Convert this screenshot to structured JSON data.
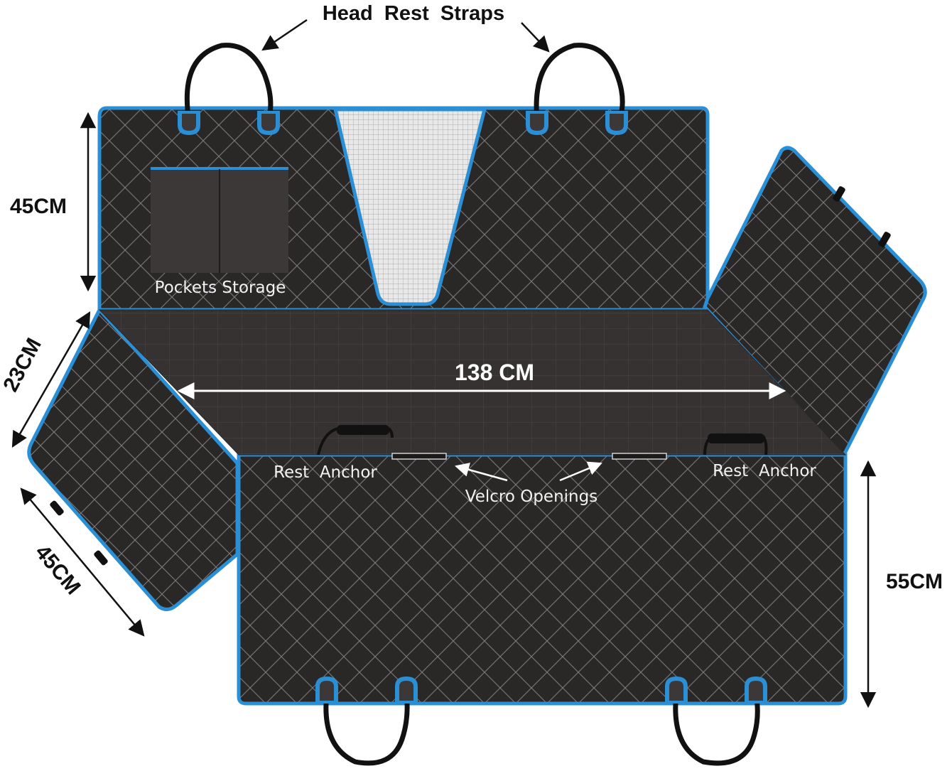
{
  "colors": {
    "fabric": "#2a2727",
    "fabric_dark": "#231f1f",
    "seat_base": "#363232",
    "trim": "#2b8fd6",
    "quilt_line": "#8a8a8a",
    "mesh": "#e8e8e8",
    "strap": "#111111",
    "arrow": "#111111"
  },
  "labels": {
    "head_rest_straps": "Head  Rest  Straps",
    "pockets_storage": "Pockets Storage",
    "rest_anchor_left": "Rest  Anchor",
    "rest_anchor_right": "Rest  Anchor",
    "velcro_openings": "Velcro Openings"
  },
  "dimensions": {
    "top_height": "45CM",
    "width": "138 CM",
    "side_flap_width": "23CM",
    "side_flap_length": "45CM",
    "bottom_height": "55CM"
  },
  "icons": {
    "straps": "strap-loop-icon",
    "buckles": "buckle-icon",
    "velcro": "velcro-slot-icon"
  }
}
